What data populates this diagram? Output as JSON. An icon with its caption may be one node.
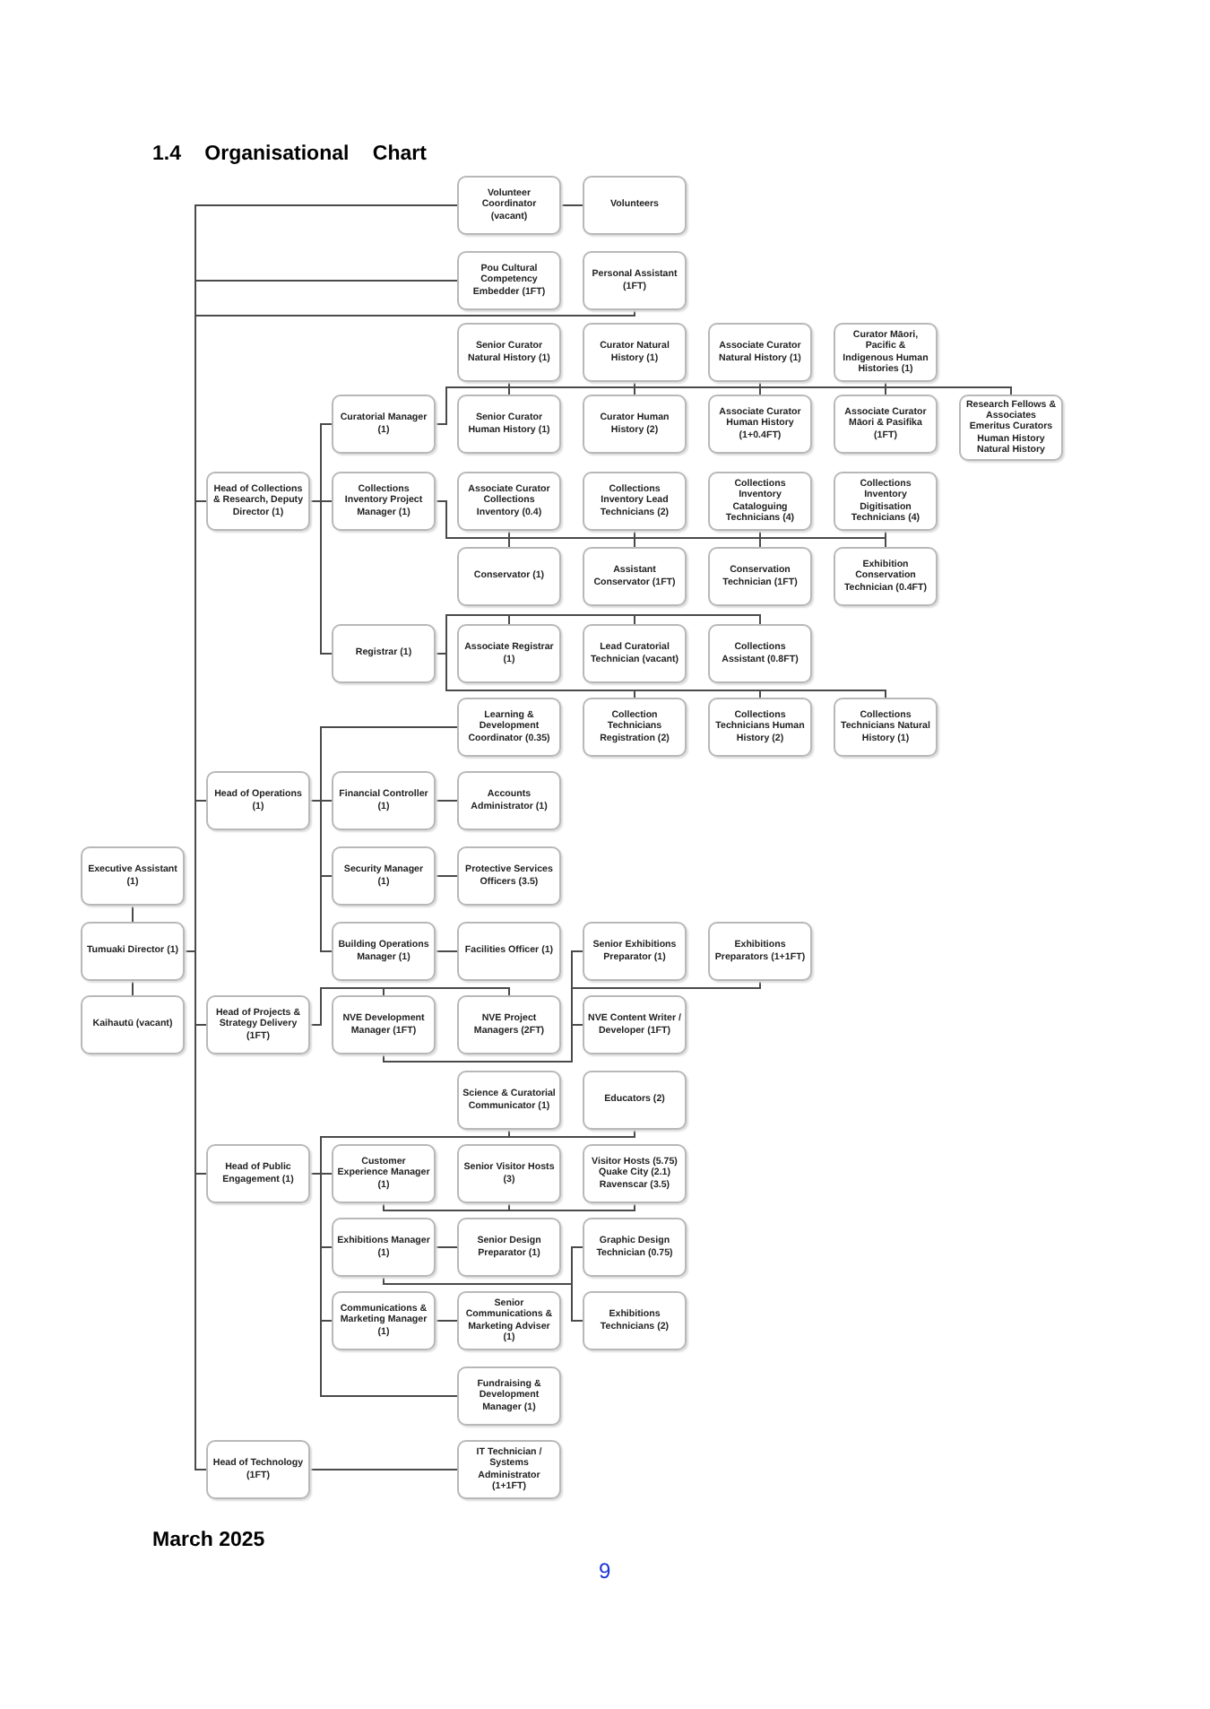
{
  "diagram": {
    "title": "1.4 Organisational Chart",
    "nodes": [
      {
        "text": [
          "Volunteer Coordinator (vacant)"
        ]
      },
      {
        "text": [
          "Volunteers"
        ]
      },
      {
        "text": [
          "Pou Cultural Competency Embedder (1FT)"
        ]
      },
      {
        "text": [
          "Personal Assistant (1FT)"
        ]
      },
      {
        "text": [
          "Senior Curator Natural History (1)"
        ]
      },
      {
        "text": [
          "Curator Natural History (1)"
        ]
      },
      {
        "text": [
          "Associate Curator Natural History (1)"
        ]
      },
      {
        "text": [
          "Curator Māori, Pacific & Indigenous Human Histories (1)"
        ]
      },
      {
        "text": [
          "Curatorial Manager (1)"
        ]
      },
      {
        "text": [
          "Senior Curator Human History (1)"
        ]
      },
      {
        "text": [
          "Curator Human History (2)"
        ]
      },
      {
        "text": [
          "Associate Curator Human History (1+0.4FT)"
        ]
      },
      {
        "text": [
          "Associate Curator Māori & Pasifika (1FT)"
        ]
      },
      {
        "text": [
          "Research Fellows & Associates Emeritus Curators Human History Natural History"
        ]
      },
      {
        "text": [
          "Head of Collections & Research, Deputy Director (1)"
        ]
      },
      {
        "text": [
          "Collections Inventory Project Manager (1)"
        ]
      },
      {
        "text": [
          "Associate Curator Collections Inventory (0.4)"
        ]
      },
      {
        "text": [
          "Collections Inventory Lead Technicians (2)"
        ]
      },
      {
        "text": [
          "Collections Inventory Cataloguing Technicians (4)"
        ]
      },
      {
        "text": [
          "Collections Inventory Digitisation Technicians (4)"
        ]
      },
      {
        "text": [
          "Conservator (1)"
        ]
      },
      {
        "text": [
          "Assistant Conservator (1FT)"
        ]
      },
      {
        "text": [
          "Conservation Technician (1FT)"
        ]
      },
      {
        "text": [
          "Exhibition Conservation Technician (0.4FT)"
        ]
      },
      {
        "text": [
          "Registrar (1)"
        ]
      },
      {
        "text": [
          "Associate Registrar (1)"
        ]
      },
      {
        "text": [
          "Lead Curatorial Technician (vacant)"
        ]
      },
      {
        "text": [
          "Collections Assistant (0.8FT)"
        ]
      },
      {
        "text": [
          "Learning & Development Coordinator (0.35)"
        ]
      },
      {
        "text": [
          "Collection Technicians Registration (2)"
        ]
      },
      {
        "text": [
          "Collections Technicians Human History (2)"
        ]
      },
      {
        "text": [
          "Collections Technicians Natural History (1)"
        ]
      },
      {
        "text": [
          "Head of Operations (1)"
        ]
      },
      {
        "text": [
          "Financial Controller (1)"
        ]
      },
      {
        "text": [
          "Accounts Administrator (1)"
        ]
      },
      {
        "text": [
          "Executive Assistant (1)"
        ]
      },
      {
        "text": [
          "Security Manager (1)"
        ]
      },
      {
        "text": [
          "Protective Services Officers (3.5)"
        ]
      },
      {
        "text": [
          "Tumuaki Director (1)"
        ]
      },
      {
        "text": [
          "Building Operations Manager (1)"
        ]
      },
      {
        "text": [
          "Facilities Officer (1)"
        ]
      },
      {
        "text": [
          "Senior Exhibitions Preparator (1)"
        ]
      },
      {
        "text": [
          "Exhibitions Preparators (1+1FT)"
        ]
      },
      {
        "text": [
          "Kaihautū (vacant)"
        ]
      },
      {
        "text": [
          "Head of Projects & Strategy Delivery (1FT)"
        ]
      },
      {
        "text": [
          "NVE Development Manager (1FT)"
        ]
      },
      {
        "text": [
          "NVE Project Managers (2FT)"
        ]
      },
      {
        "text": [
          "NVE Content Writer / Developer (1FT)"
        ]
      },
      {
        "text": [
          "Science & Curatorial Communicator (1)"
        ]
      },
      {
        "text": [
          "Educators (2)"
        ]
      },
      {
        "text": [
          "Head of Public Engagement (1)"
        ]
      },
      {
        "text": [
          "Customer Experience Manager (1)"
        ]
      },
      {
        "text": [
          "Senior Visitor Hosts (3)"
        ]
      },
      {
        "text": [
          "Visitor Hosts (5.75) Quake City (2.1) Ravenscar (3.5)"
        ]
      },
      {
        "text": [
          "Exhibitions Manager (1)"
        ]
      },
      {
        "text": [
          "Senior Design Preparator (1)"
        ]
      },
      {
        "text": [
          "Graphic Design Technician (0.75)"
        ]
      },
      {
        "text": [
          "Communications & Marketing Manager (1)"
        ]
      },
      {
        "text": [
          "Senior Communications & Marketing Adviser (1)"
        ]
      },
      {
        "text": [
          "Exhibitions Technicians (2)"
        ]
      },
      {
        "text": [
          "Fundraising & Development Manager (1)"
        ]
      },
      {
        "text": [
          "Head of Technology (1FT)"
        ]
      },
      {
        "text": [
          "IT Technician / Systems Administrator (1+1FT)"
        ]
      }
    ],
    "edges": [
      {
        "from": 38,
        "to": 35,
        "arrow": "none"
      },
      {
        "from": 38,
        "to": 43,
        "arrow": "none"
      },
      {
        "from": 38,
        "to": 0,
        "arrow": "none"
      },
      {
        "from": 38,
        "to": 2,
        "arrow": "none"
      },
      {
        "from": 38,
        "to": 3,
        "arrow": "none"
      },
      {
        "from": 38,
        "to": 14,
        "arrow": "none"
      },
      {
        "from": 38,
        "to": 32,
        "arrow": "none"
      },
      {
        "from": 38,
        "to": 44,
        "arrow": "none"
      },
      {
        "from": 38,
        "to": 50,
        "arrow": "none"
      },
      {
        "from": 38,
        "to": 61,
        "arrow": "none"
      },
      {
        "from": 0,
        "to": 1,
        "arrow": "none"
      },
      {
        "from": 14,
        "to": 8,
        "arrow": "none"
      },
      {
        "from": 14,
        "to": 15,
        "arrow": "none"
      },
      {
        "from": 14,
        "to": 24,
        "arrow": "none"
      },
      {
        "from": 8,
        "to": 4,
        "arrow": "none"
      },
      {
        "from": 8,
        "to": 5,
        "arrow": "none"
      },
      {
        "from": 8,
        "to": 6,
        "arrow": "none"
      },
      {
        "from": 8,
        "to": 7,
        "arrow": "none"
      },
      {
        "from": 8,
        "to": 9,
        "arrow": "none"
      },
      {
        "from": 8,
        "to": 10,
        "arrow": "none"
      },
      {
        "from": 8,
        "to": 11,
        "arrow": "none"
      },
      {
        "from": 8,
        "to": 12,
        "arrow": "none"
      },
      {
        "from": 8,
        "to": 13,
        "arrow": "none"
      },
      {
        "from": 15,
        "to": 16,
        "arrow": "none"
      },
      {
        "from": 15,
        "to": 17,
        "arrow": "none"
      },
      {
        "from": 15,
        "to": 18,
        "arrow": "none"
      },
      {
        "from": 15,
        "to": 19,
        "arrow": "none"
      },
      {
        "from": 15,
        "to": 20,
        "arrow": "none"
      },
      {
        "from": 15,
        "to": 21,
        "arrow": "none"
      },
      {
        "from": 15,
        "to": 22,
        "arrow": "none"
      },
      {
        "from": 15,
        "to": 23,
        "arrow": "none"
      },
      {
        "from": 24,
        "to": 25,
        "arrow": "none"
      },
      {
        "from": 24,
        "to": 26,
        "arrow": "none"
      },
      {
        "from": 24,
        "to": 27,
        "arrow": "none"
      },
      {
        "from": 24,
        "to": 29,
        "arrow": "none"
      },
      {
        "from": 24,
        "to": 30,
        "arrow": "none"
      },
      {
        "from": 24,
        "to": 31,
        "arrow": "none"
      },
      {
        "from": 32,
        "to": 28,
        "arrow": "none"
      },
      {
        "from": 32,
        "to": 33,
        "arrow": "none"
      },
      {
        "from": 32,
        "to": 36,
        "arrow": "none"
      },
      {
        "from": 32,
        "to": 39,
        "arrow": "none"
      },
      {
        "from": 33,
        "to": 34,
        "arrow": "none"
      },
      {
        "from": 36,
        "to": 37,
        "arrow": "none"
      },
      {
        "from": 39,
        "to": 40,
        "arrow": "none"
      },
      {
        "from": 44,
        "to": 45,
        "arrow": "none"
      },
      {
        "from": 44,
        "to": 46,
        "arrow": "none"
      },
      {
        "from": 45,
        "to": 41,
        "arrow": "none"
      },
      {
        "from": 45,
        "to": 42,
        "arrow": "none"
      },
      {
        "from": 45,
        "to": 47,
        "arrow": "none"
      },
      {
        "from": 50,
        "to": 48,
        "arrow": "none"
      },
      {
        "from": 50,
        "to": 49,
        "arrow": "none"
      },
      {
        "from": 50,
        "to": 51,
        "arrow": "none"
      },
      {
        "from": 50,
        "to": 54,
        "arrow": "none"
      },
      {
        "from": 50,
        "to": 57,
        "arrow": "none"
      },
      {
        "from": 50,
        "to": 60,
        "arrow": "none"
      },
      {
        "from": 51,
        "to": 52,
        "arrow": "none"
      },
      {
        "from": 51,
        "to": 53,
        "arrow": "none"
      },
      {
        "from": 54,
        "to": 55,
        "arrow": "none"
      },
      {
        "from": 54,
        "to": 56,
        "arrow": "none"
      },
      {
        "from": 54,
        "to": 59,
        "arrow": "none"
      },
      {
        "from": 57,
        "to": 58,
        "arrow": "none"
      },
      {
        "from": 61,
        "to": 62,
        "arrow": "none"
      }
    ],
    "labels": [
      "March 2025",
      "9"
    ]
  }
}
